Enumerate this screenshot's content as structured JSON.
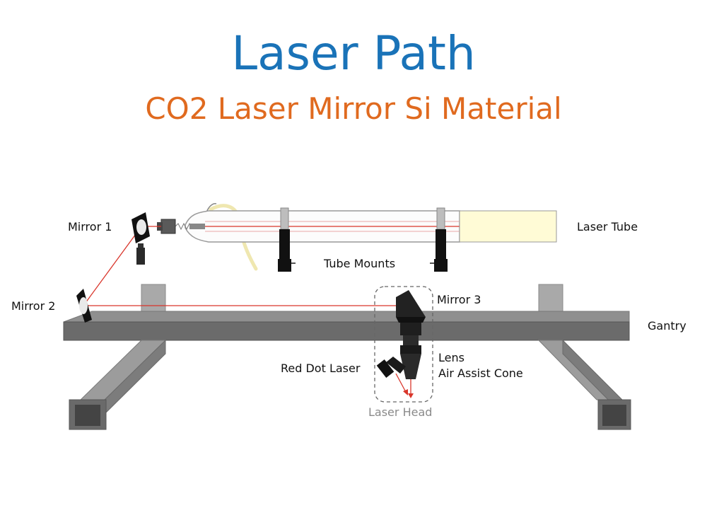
{
  "title": "Laser Path",
  "subtitle": "CO2 Laser Mirror Si Material",
  "labels": {
    "mirror1": "Mirror 1",
    "mirror2": "Mirror 2",
    "mirror3": "Mirror 3",
    "laser_tube": "Laser Tube",
    "tube_mounts": "Tube Mounts",
    "gantry": "Gantry",
    "lens": "Lens",
    "air_assist_cone": "Air Assist Cone",
    "red_dot_laser": "Red Dot Laser",
    "laser_head": "Laser Head"
  },
  "colors": {
    "title": "#1a73b8",
    "subtitle": "#e06a1f",
    "beam": "#d9362b",
    "gantry": "#6b6b6b",
    "tube_box": "#fffbd6",
    "hose": "#f2ecb8"
  }
}
